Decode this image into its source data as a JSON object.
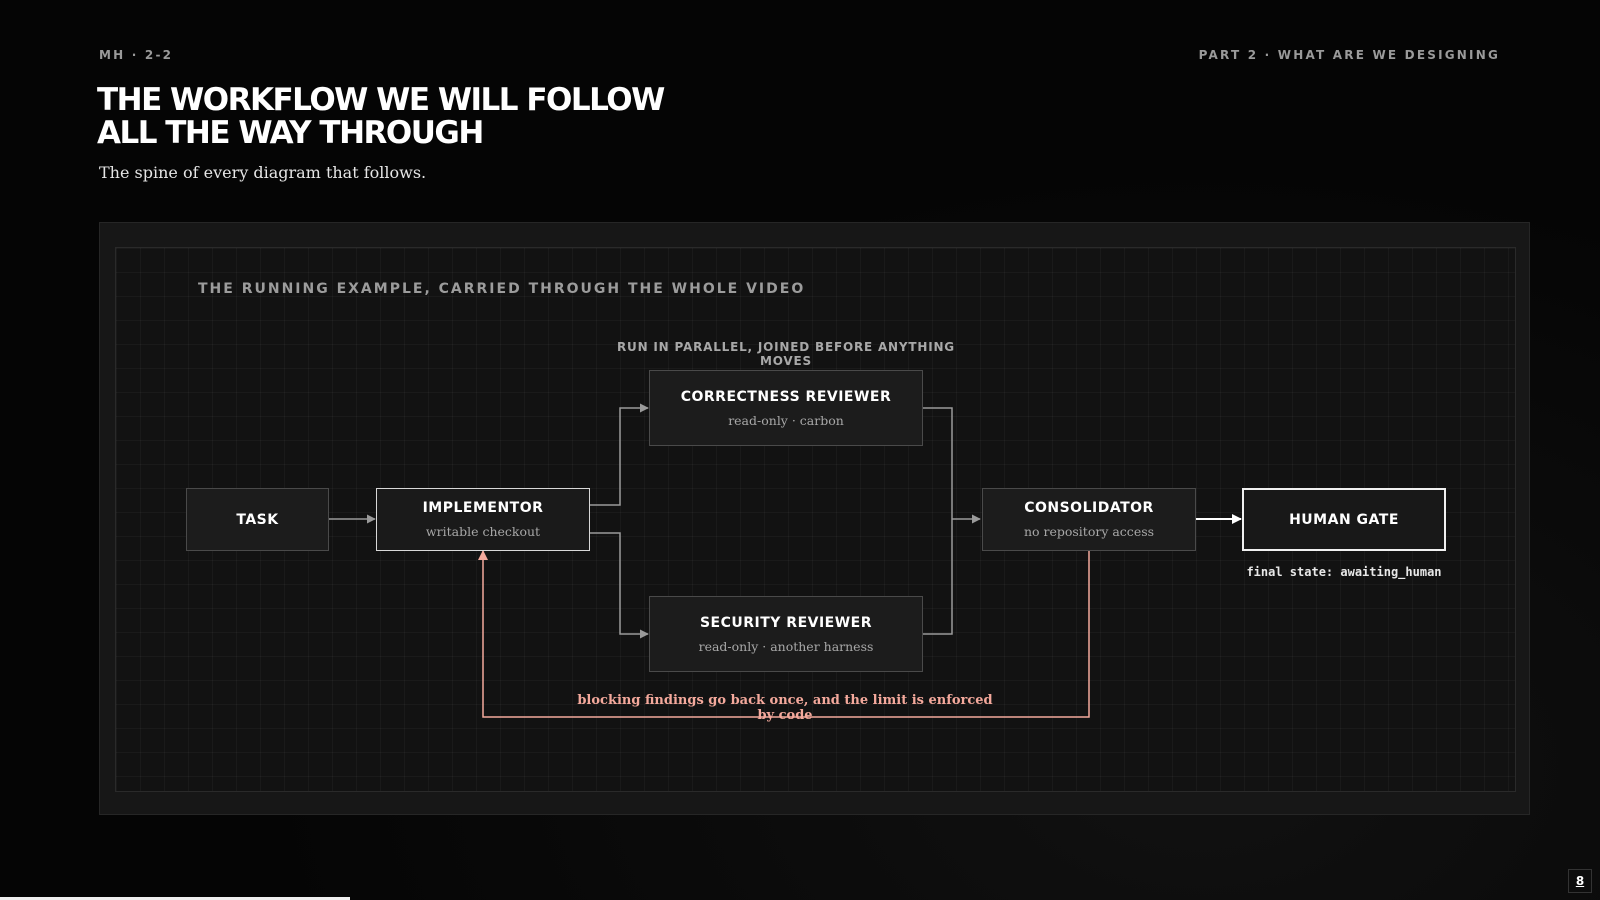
{
  "header": {
    "left_eyebrow": "MH · 2-2",
    "right_eyebrow": "PART 2 · WHAT ARE WE DESIGNING",
    "title_line1": "THE WORKFLOW WE WILL FOLLOW",
    "title_line2": "ALL THE WAY THROUGH",
    "subtitle": "The spine of every diagram that follows."
  },
  "diagram": {
    "section_label": "THE RUNNING EXAMPLE, CARRIED THROUGH THE WHOLE VIDEO",
    "parallel_label": "RUN IN PARALLEL, JOINED BEFORE ANYTHING MOVES",
    "nodes": {
      "task": {
        "title": "TASK"
      },
      "implementor": {
        "title": "IMPLEMENTOR",
        "sub": "writable checkout"
      },
      "correctness": {
        "title": "CORRECTNESS REVIEWER",
        "sub": "read-only · carbon"
      },
      "security": {
        "title": "SECURITY REVIEWER",
        "sub": "read-only · another harness"
      },
      "consolidator": {
        "title": "CONSOLIDATOR",
        "sub": "no repository access"
      },
      "human_gate": {
        "title": "HUMAN GATE"
      }
    },
    "final_state": "final state: awaiting_human",
    "loop_label": "blocking findings go back once, and the limit is enforced by code"
  },
  "footer": {
    "page_number": "8",
    "progress_fraction": 0.219
  },
  "colors": {
    "background": "#050505",
    "accent_loop": "#f4a99c",
    "arrow": "#9a9a9a"
  }
}
